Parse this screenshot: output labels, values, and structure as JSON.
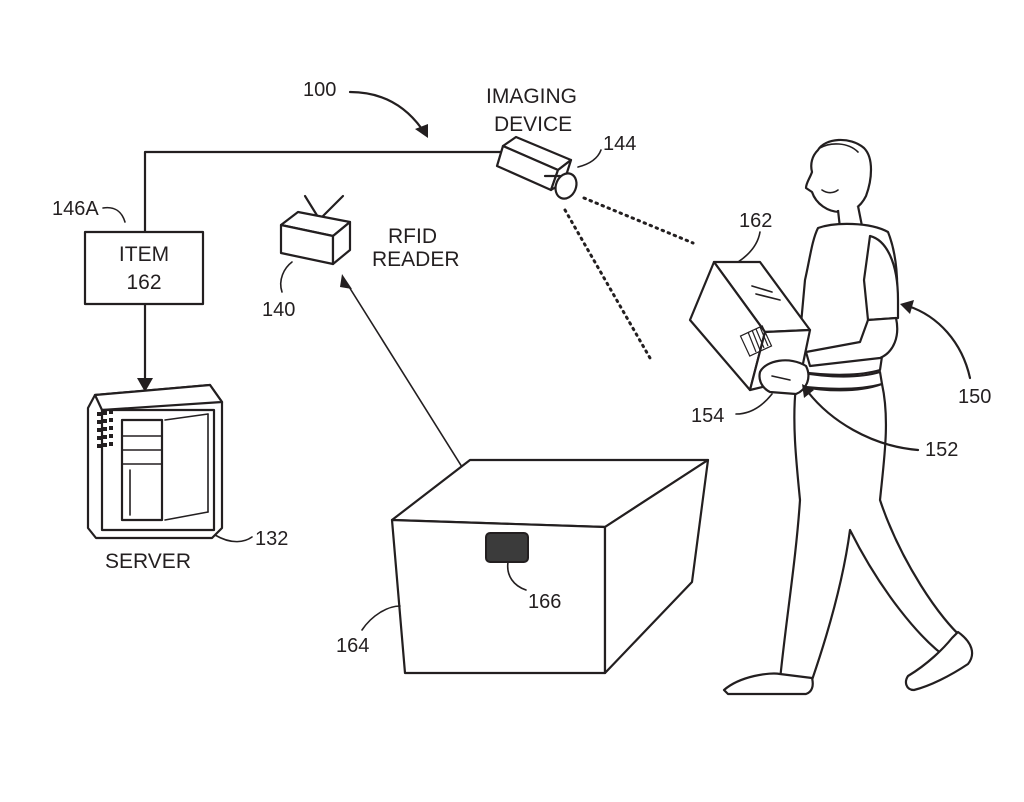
{
  "figure": {
    "system_ref": "100",
    "imaging_device": {
      "label_line1": "IMAGING",
      "label_line2": "DEVICE",
      "ref": "144"
    },
    "rfid_reader": {
      "label_line1": "RFID",
      "label_line2": "READER",
      "ref": "140"
    },
    "item_box": {
      "label_line1": "ITEM",
      "label_line2": "162",
      "ref": "146A"
    },
    "server": {
      "label": "SERVER",
      "ref": "132"
    },
    "bin": {
      "ref": "164"
    },
    "rfid_tag": {
      "ref": "166"
    },
    "carried_item": {
      "ref": "162"
    },
    "person": {
      "ref": "150"
    },
    "glove": {
      "ref": "154"
    },
    "waist_device": {
      "ref": "152"
    }
  }
}
